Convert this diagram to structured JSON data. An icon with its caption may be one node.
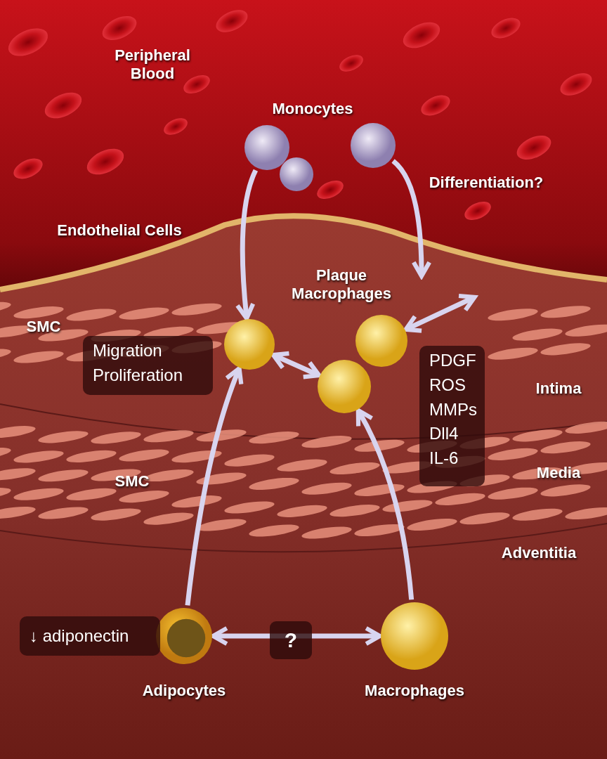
{
  "diagram": {
    "nodes": [
      {
        "text": [],
        "shape": "circle"
      },
      {
        "text": [],
        "shape": "circle"
      },
      {
        "text": [],
        "shape": "circle"
      },
      {
        "text": [],
        "shape": "circle"
      },
      {
        "text": [],
        "shape": "circle"
      },
      {
        "text": [],
        "shape": "circle",
        "beside": [
          "Adipocytes"
        ]
      },
      {
        "text": [],
        "shape": "circle",
        "beside": [
          "Macrophages"
        ]
      },
      {
        "text": [
          "Migration Proliferation"
        ]
      },
      {
        "text": [
          "PDGF ROS MMPs Dll4 IL-6"
        ]
      },
      {
        "text": [
          "↓ adiponectin"
        ]
      }
    ],
    "edges": [
      {
        "from": 0,
        "to": 2,
        "arrow": "to"
      },
      {
        "from": 1,
        "to": null,
        "arrow": "to"
      },
      {
        "from": 2,
        "to": 4,
        "arrow": "both"
      },
      {
        "from": 3,
        "to": null,
        "arrow": "both"
      },
      {
        "from": 5,
        "to": 2,
        "arrow": "to"
      },
      {
        "from": 6,
        "to": 4,
        "arrow": "to"
      },
      {
        "from": 5,
        "to": 6,
        "arrow": "both",
        "label": "?"
      }
    ],
    "labels": [
      "Peripheral Blood",
      "Monocytes",
      "Differentiation?",
      "Endothelial Cells",
      "Plaque Macrophages",
      "SMC",
      "Intima",
      "Media",
      "SMC",
      "Adventitia"
    ]
  }
}
